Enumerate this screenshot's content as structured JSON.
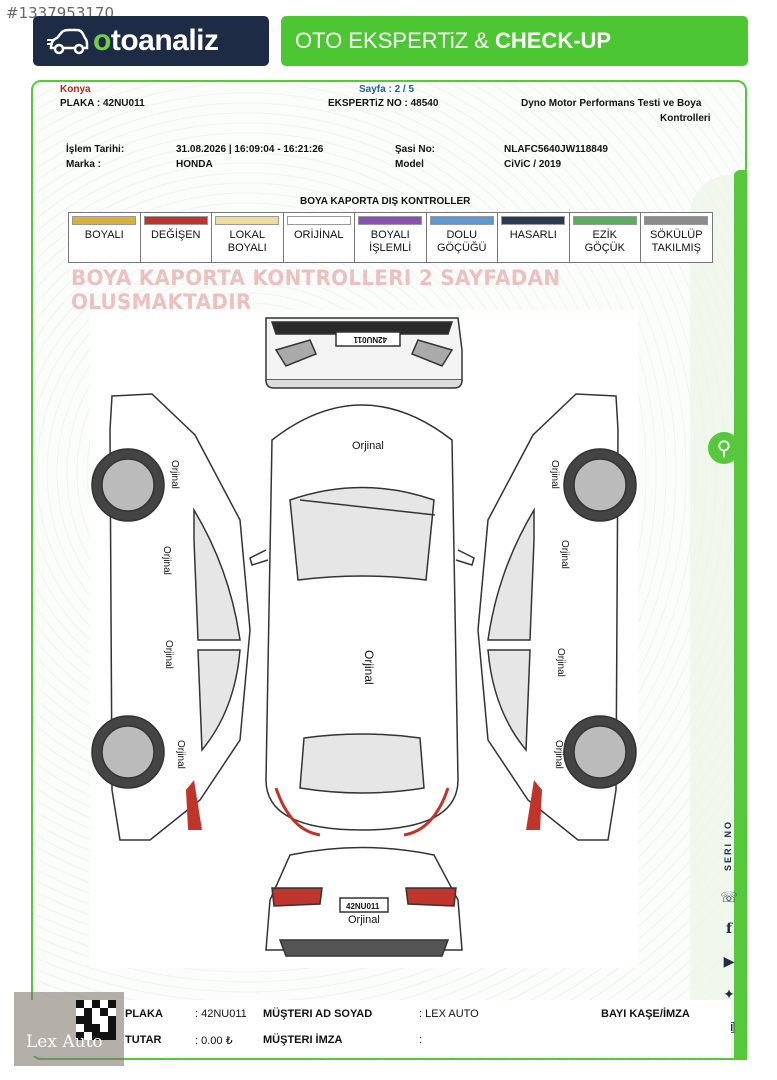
{
  "ad_id": "#1337953170",
  "brand": {
    "logo_prefix": "o",
    "logo_name": "toanaliz",
    "banner_main": "OTO EKSPERTiZ &",
    "banner_strong": "CHECK-UP"
  },
  "header": {
    "city": "Konya",
    "page": "Sayfa : 2 / 5",
    "plate_line": "PLAKA : 42NU011",
    "report_no_line": "EKSPERTiZ NO : 48540",
    "test_title_1": "Dyno Motor Performans Testi ve Boya",
    "test_title_2": "Kontrolleri",
    "date_label": "İşlem Tarihi:",
    "date_value": "31.08.2026 | 16:09:04 - 16:21:26",
    "chassis_label": "Şasi No:",
    "chassis_value": "NLAFC5640JW118849",
    "brand_label": "Marka :",
    "brand_value": "HONDA",
    "model_label": "Model",
    "model_value": "CiViC / 2019"
  },
  "legend": {
    "title": "BOYA KAPORTA DIŞ KONTROLLER",
    "items": [
      {
        "line1": "BOYALI",
        "line2": "",
        "color": "#d9b13a"
      },
      {
        "line1": "DEĞİŞEN",
        "line2": "",
        "color": "#c0352b"
      },
      {
        "line1": "LOKAL",
        "line2": "BOYALI",
        "color": "#f0dc9a"
      },
      {
        "line1": "ORİJİNAL",
        "line2": "",
        "color": "#ffffff"
      },
      {
        "line1": "BOYALI",
        "line2": "İŞLEMLİ",
        "color": "#8a4fb4"
      },
      {
        "line1": "DOLU",
        "line2": "GÖÇÜĞÜ",
        "color": "#5b9bd5"
      },
      {
        "line1": "HASARLI",
        "line2": "",
        "color": "#2a3a55"
      },
      {
        "line1": "EZİK",
        "line2": "GÖÇÜK",
        "color": "#57b05a"
      },
      {
        "line1": "SÖKÜLÜP",
        "line2": "TAKILMIŞ",
        "color": "#8c8c8c"
      }
    ]
  },
  "notice": "BOYA KAPORTA KONTROLLERI 2 SAYFADAN OLUŞMAKTADIR",
  "diagram": {
    "plate": "42NU011",
    "front_label": "Orjinal",
    "roof_label": "Orjinal",
    "rear_label": "Orjinal",
    "left_labels": [
      "Orjinal",
      "Orjinal",
      "Orjinal",
      "Orjinal"
    ],
    "right_labels": [
      "Orjinal",
      "Orjinal",
      "Orjinal",
      "Orjinal"
    ]
  },
  "footer": {
    "plate_label": "PLAKA",
    "plate_value": ": 42NU011",
    "total_label": "TUTAR",
    "total_value": ": 0.00 ₺",
    "customer_label": "MÜŞTERI AD SOYAD",
    "customer_value": ": LEX AUTO",
    "signature_label": "MÜŞTERI İMZA",
    "signature_value": ":",
    "dealer_label": "BAYI KAŞE/İMZA"
  },
  "side": {
    "seri": "SERI NO"
  },
  "watermark_logo": "Lex Auto",
  "colors": {
    "brand_green": "#4cc633",
    "navy": "#1d2b44",
    "accent_red": "#b3261e"
  }
}
